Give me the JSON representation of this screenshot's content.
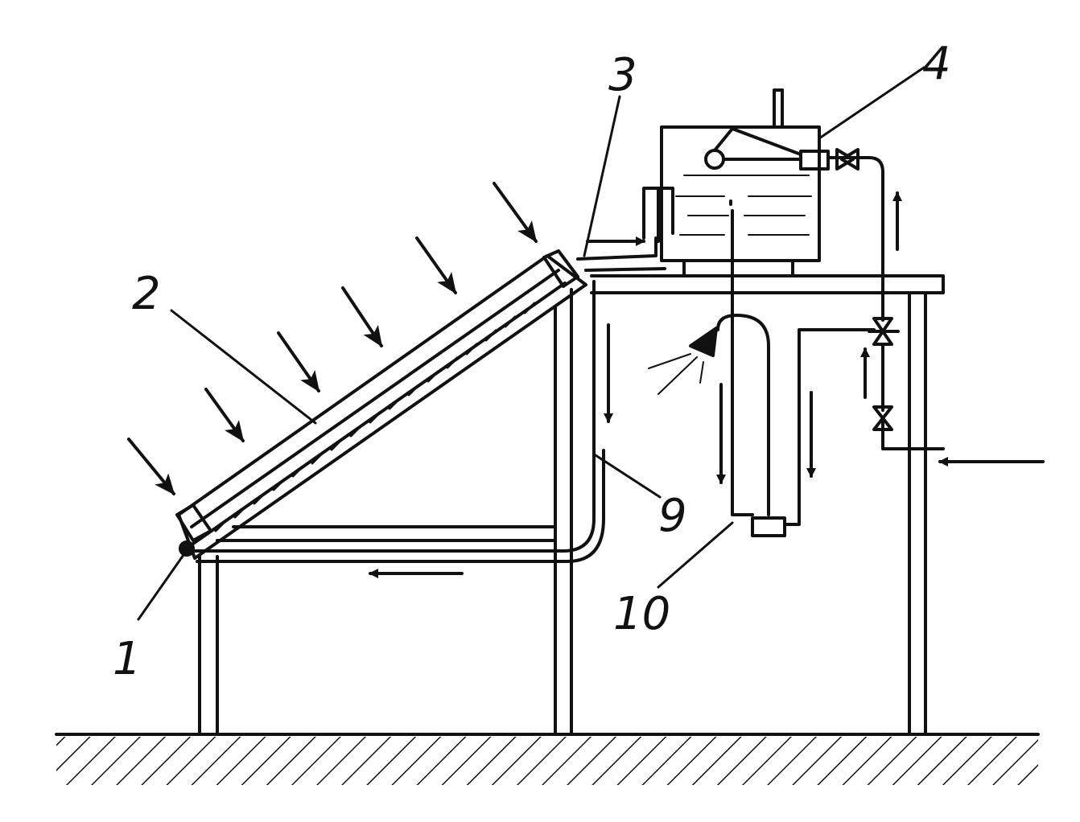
{
  "labels": {
    "l1": "1",
    "l2": "2",
    "l3": "3",
    "l4": "4",
    "l9": "9",
    "l10": "10"
  },
  "colors": {
    "ink": "#111111",
    "paper": "#ffffff"
  }
}
